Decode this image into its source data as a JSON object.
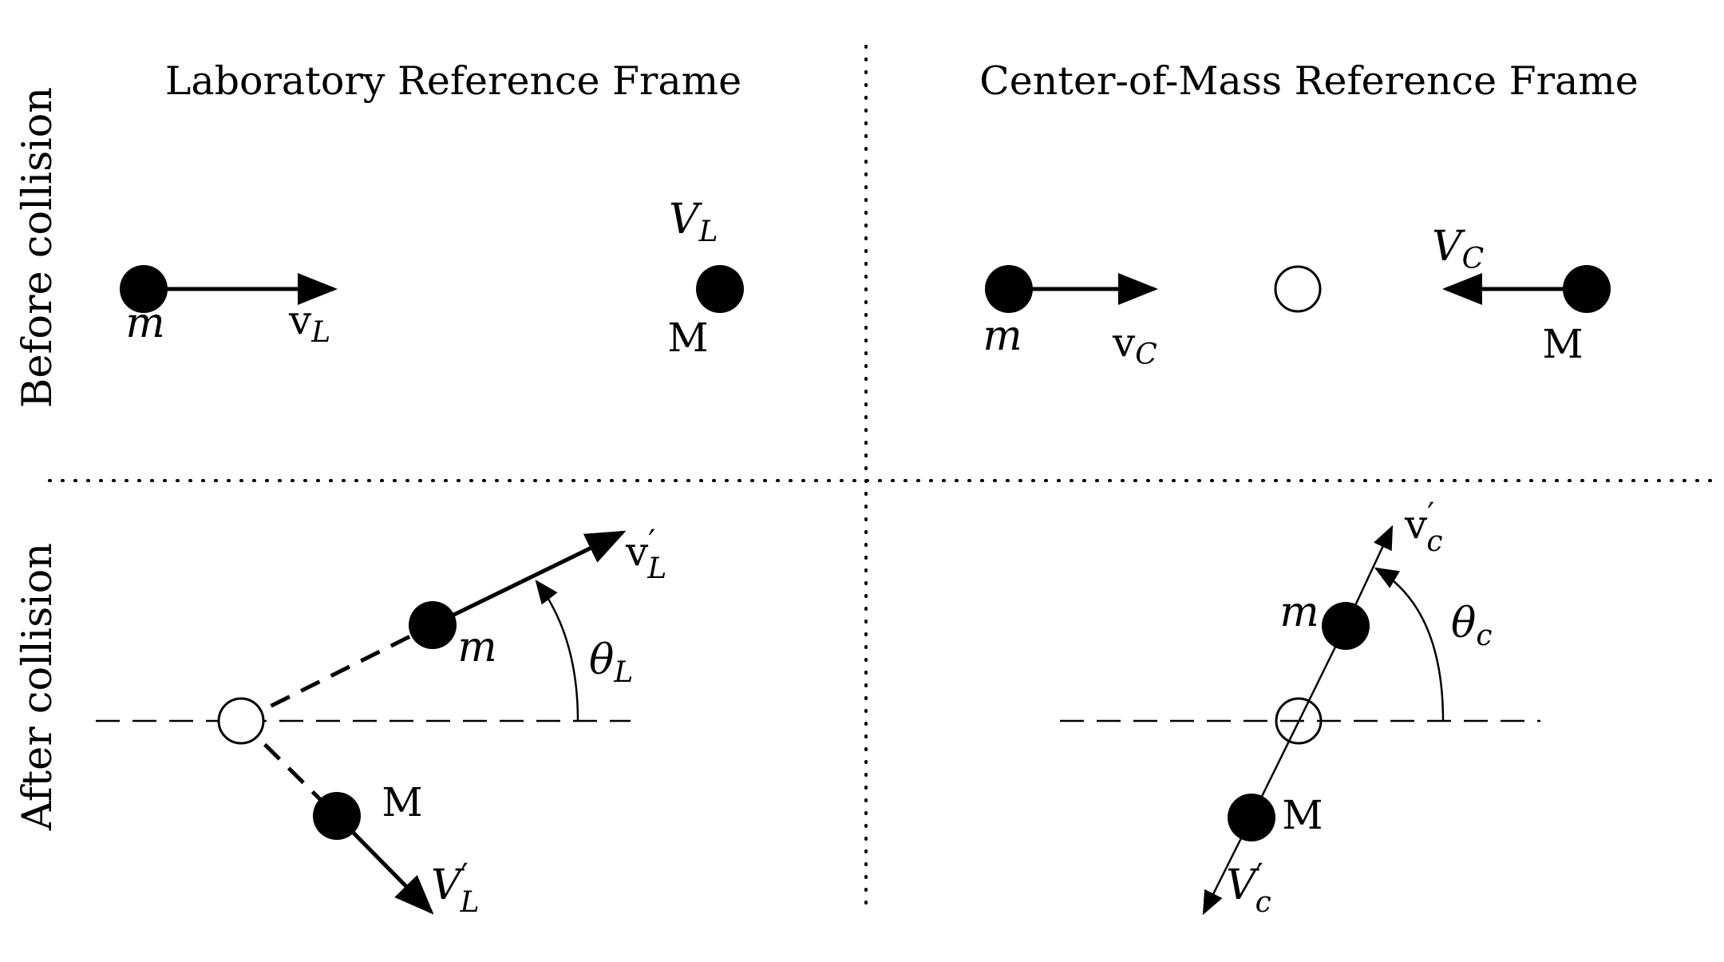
{
  "headers": {
    "lab": "Laboratory Reference Frame",
    "cm": "Center-of-Mass Reference Frame"
  },
  "rows": {
    "before": "Before collision",
    "after": "After collision"
  },
  "labels": {
    "m": "m",
    "M": "M",
    "v": "v",
    "V": "V",
    "theta": "θ",
    "prime": "′",
    "sub_L": "L",
    "sub_C": "C",
    "sub_c": "c"
  }
}
